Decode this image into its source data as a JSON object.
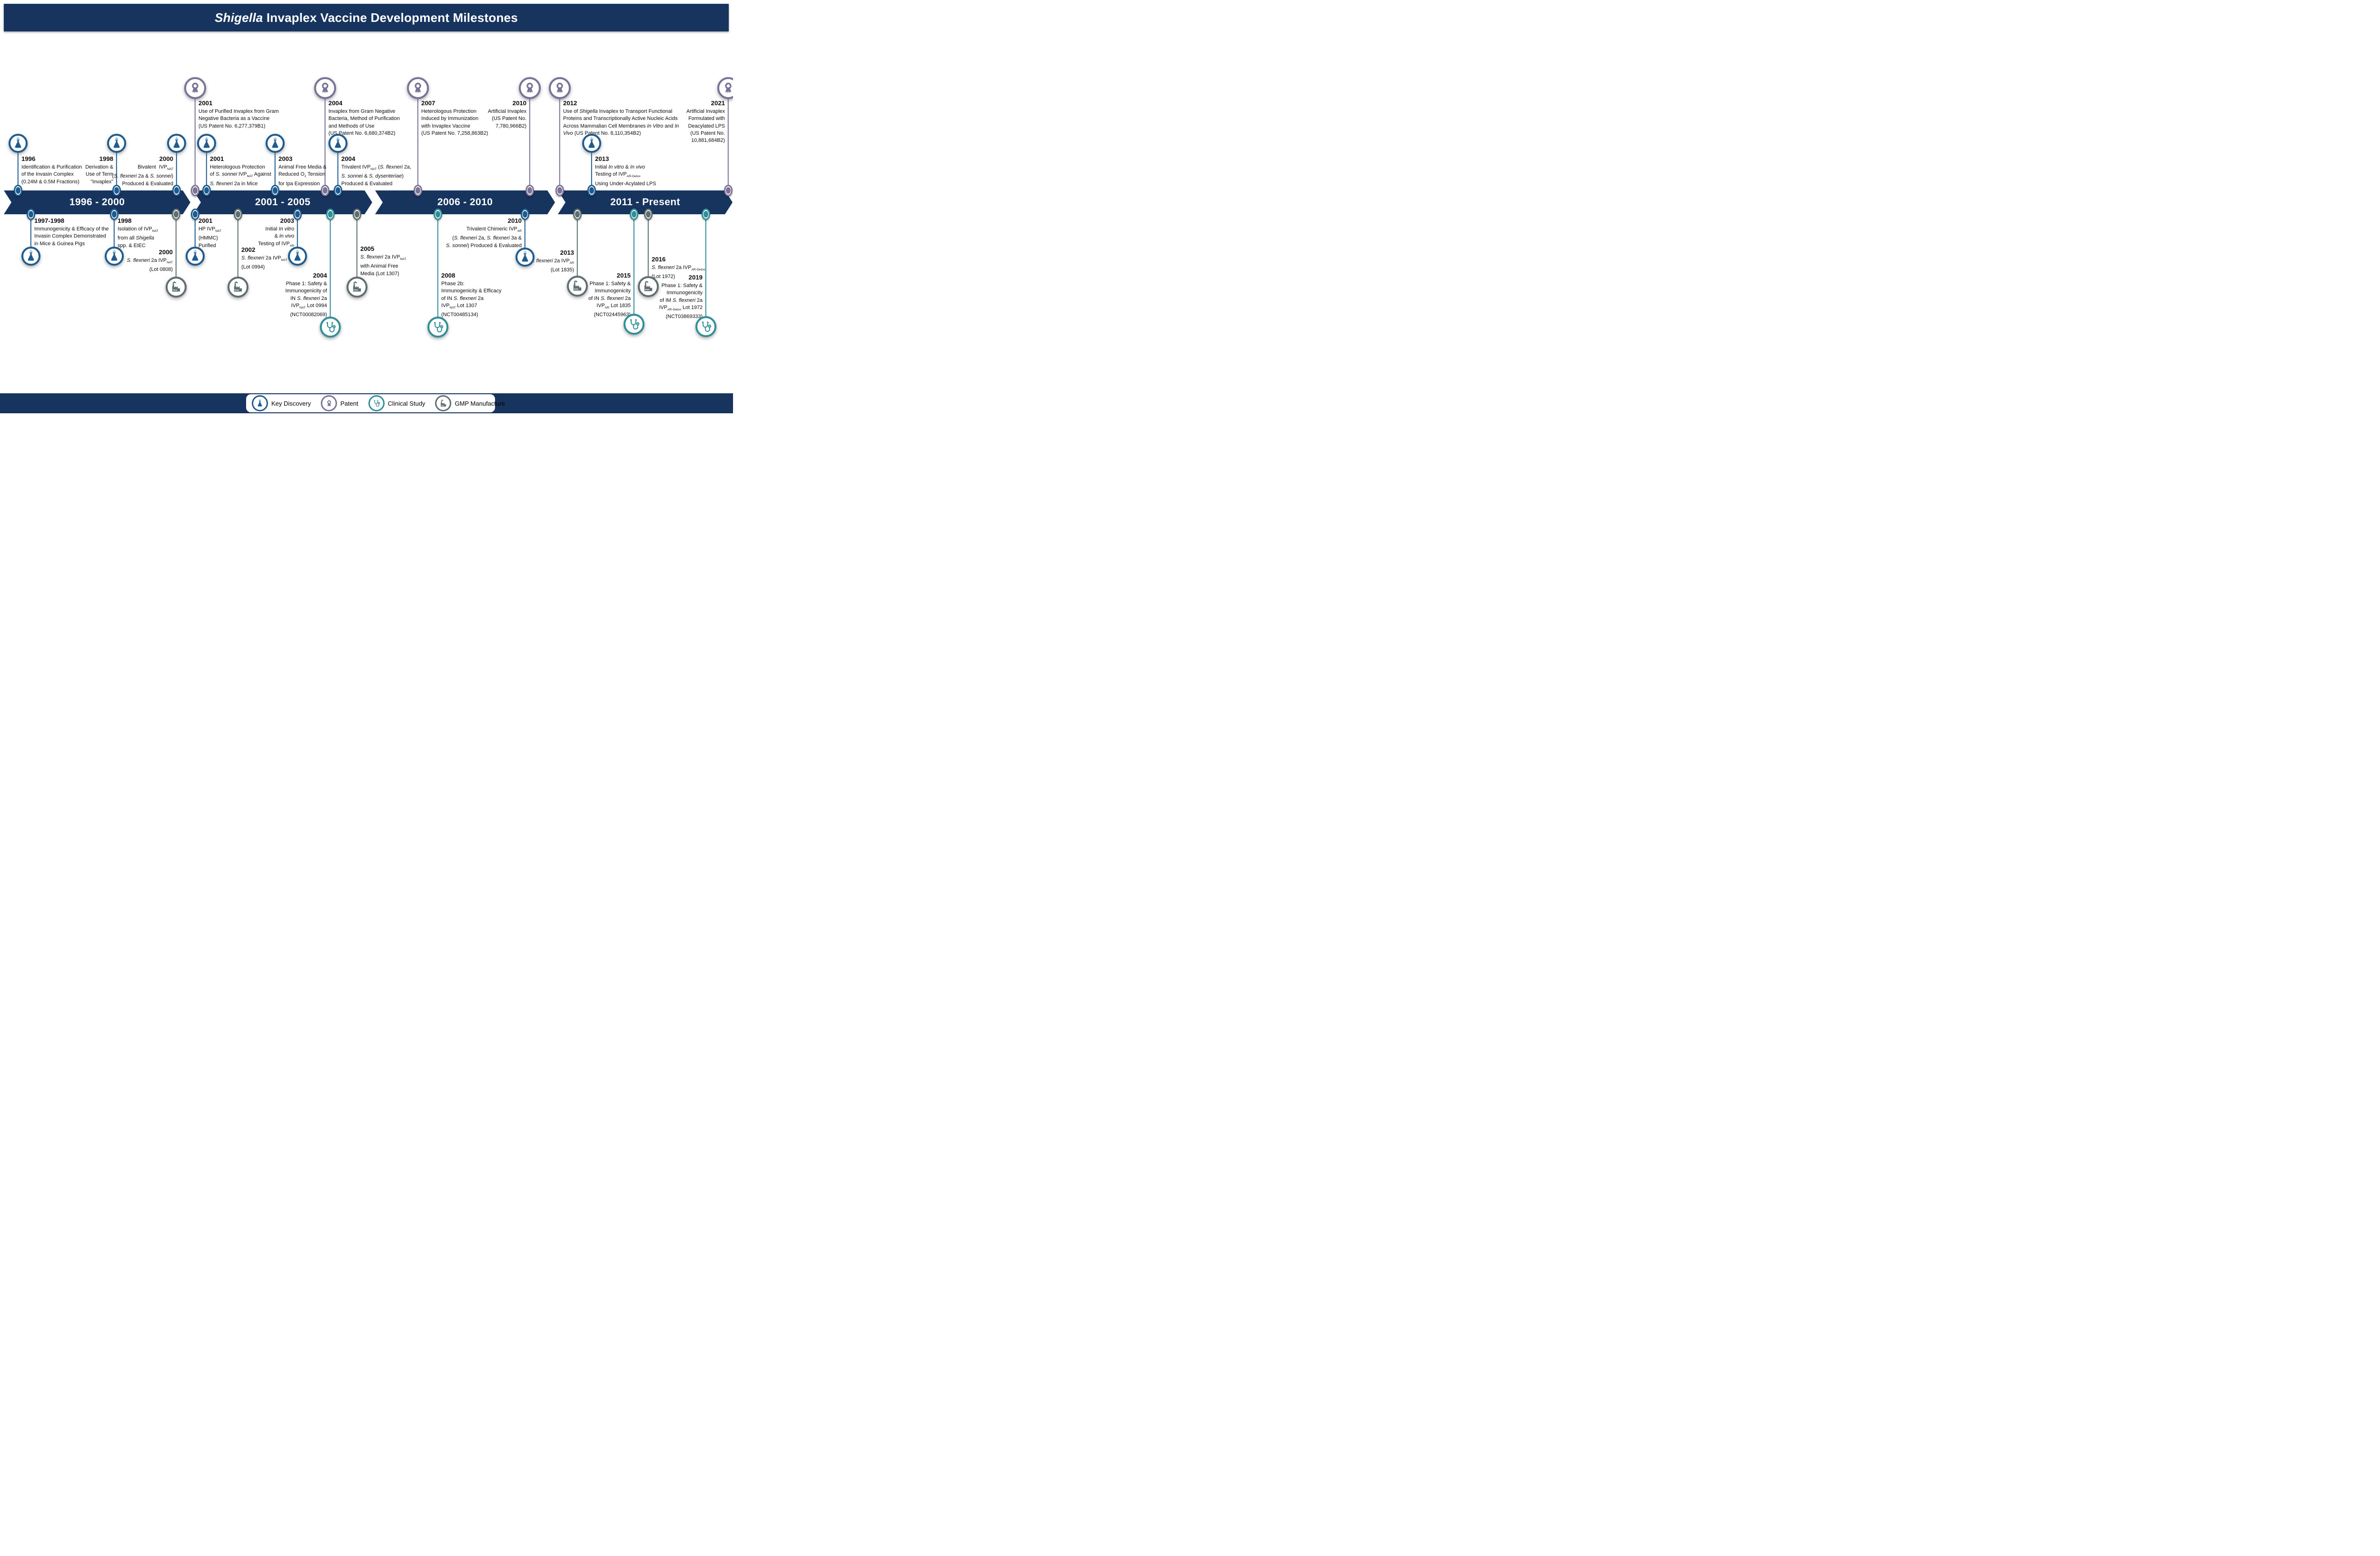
{
  "title_html": "<i>Shigella</i> Invaplex Vaccine Development Milestones",
  "colors": {
    "navy": "#17345F",
    "discovery": "#1E5C8F",
    "patent": "#7B7397",
    "clinical": "#2F8E98",
    "gmp": "#5F6E70"
  },
  "timeline": {
    "segments": [
      "1996 - 2000",
      "2001 - 2005",
      "2006 - 2010",
      "2011 - Present"
    ]
  },
  "legend": [
    {
      "kind": "discovery",
      "label": "Key Discovery"
    },
    {
      "kind": "patent",
      "label": "Patent"
    },
    {
      "kind": "clinical",
      "label": "Clinical Study"
    },
    {
      "kind": "gmp",
      "label": "GMP Manufacture"
    }
  ],
  "events": [
    {
      "id": "1996a",
      "kind": "discovery",
      "year": "1996",
      "html": "Identification &amp; Purification<br>of the Invasin Complex<br>(0.24M &amp; 0.5M Fractions)"
    },
    {
      "id": "1998a",
      "kind": "discovery",
      "year": "1998",
      "html": "Derivation &amp;<br>Use of Term<br>&quot;Invaplex&quot;"
    },
    {
      "id": "2000a",
      "kind": "discovery",
      "year": "2000",
      "html": "Bivalent&nbsp; IVP<sub>NAT</sub><br>(<i>S. flexneri</i> 2a &amp; <i>S. sonnei</i>)<br>Produced &amp; Evaluated"
    },
    {
      "id": "2001a",
      "kind": "discovery",
      "year": "2001",
      "html": "Heterologous Protection<br>of <i>S. sonnei</i> IVP<sub>NAT</sub> Against<br><i>S. flexneri</i> 2a in Mice"
    },
    {
      "id": "2003a",
      "kind": "discovery",
      "year": "2003",
      "html": "Animal Free Media &amp;<br>Reduced O<sub>2</sub> Tension<br>for Ipa Expression"
    },
    {
      "id": "2004a",
      "kind": "discovery",
      "year": "2004",
      "html": "Trivalent IVP<sub>NAT</sub> (<i>S. flexneri</i> 2a,<br><i>S. sonnei</i> &amp; <i>S. dysenteriae</i>)<br>Produced &amp; Evaluated"
    },
    {
      "id": "2013a",
      "kind": "discovery",
      "year": "2013",
      "html": "Initial <i>In vitro</i> &amp; <i>In vivo</i><br>Testing of IVP<sub>AR-Detox</sub><br>Using Under-Acylated LPS"
    },
    {
      "id": "2001p",
      "kind": "patent",
      "year": "2001",
      "html": "Use of Purified Invaplex from Gram<br>Negative Bacteria as a Vaccine<br>(US Patent No. 6,277,379B1)"
    },
    {
      "id": "2004p",
      "kind": "patent",
      "year": "2004",
      "html": "Invaplex from Gram Negative<br>Bacteria, Method of Purification<br>and Methods of Use<br>(US Patent No. 6,680,374B2)"
    },
    {
      "id": "2007p",
      "kind": "patent",
      "year": "2007",
      "html": "Heterologous Protection<br>Induced by Immunization<br>with Invaplex Vaccine<br>(US Patent No. 7,258,863B2)"
    },
    {
      "id": "2010p",
      "kind": "patent",
      "year": "2010",
      "html": "Artificial Invaplex<br>(US Patent No.<br>7,780,966B2)"
    },
    {
      "id": "2012p",
      "kind": "patent",
      "year": "2012",
      "html": "Use of <i>Shigella</i> Invaplex to Transport Functional<br>Proteins and Transcriptionally Active Nucleic Acids<br>Across Mammalian Cell Membranes <i>In Vitro</i> and <i>In<br>Vivo</i> (US Patent No. 8,110,354B2)"
    },
    {
      "id": "2021p",
      "kind": "patent",
      "year": "2021",
      "html": "Artificial Invaplex<br>Formulated with<br>Deacylated LPS<br>(US Patent No.<br>10,881,684B2)"
    },
    {
      "id": "1997b",
      "kind": "discovery",
      "year": "1997-1998",
      "html": "Immunogenicity &amp; Efficacy of the<br>Invasin Complex Demonstrated<br>in Mice &amp; Guinea Pigs"
    },
    {
      "id": "1998b",
      "kind": "discovery",
      "year": "1998",
      "html": "Isolation of IVP<sub>NAT</sub><br>from all <i>Shigella</i><br>spp. &amp; EIEC"
    },
    {
      "id": "2000b",
      "kind": "gmp",
      "year": "2000",
      "html": "<i>S. flexneri</i> 2a IVP<sub>NAT</sub><br>(Lot 0808)"
    },
    {
      "id": "2001b",
      "kind": "discovery",
      "year": "2001",
      "html": "HP IVP<sub>NAT</sub><br>(HMMC)<br>Purified"
    },
    {
      "id": "2002b",
      "kind": "gmp",
      "year": "2002",
      "html": "<i>S. flexneri</i> 2a IVP<sub>NAT</sub><br>(Lot 0994)"
    },
    {
      "id": "2003b",
      "kind": "discovery",
      "year": "2003",
      "html": "Initial <i>In vitro</i><br>&amp; <i>In vivo</i><br>Testing of IVP<sub>AR</sub>"
    },
    {
      "id": "2004b",
      "kind": "clinical",
      "year": "2004",
      "html": "Phase 1: Safety &amp;<br>Immunogenicity of<br>IN <i>S. flexneri</i> 2a<br>IVP<sub>NAT</sub> Lot 0994<br>(NCT00082069)"
    },
    {
      "id": "2005b",
      "kind": "gmp",
      "year": "2005",
      "html": "<i>S. flexneri</i> 2a IVP<sub>NAT</sub><br>with Animal Free<br>Media (Lot 1307)"
    },
    {
      "id": "2008b",
      "kind": "clinical",
      "year": "2008",
      "html": "Phase 2b:<br>Immunogenicity &amp; Efficacy<br>of IN <i>S. flexneri</i> 2a<br>IVP<sub>NAT</sub> Lot 1307<br>(NCT00485134)"
    },
    {
      "id": "2010b",
      "kind": "discovery",
      "year": "2010",
      "html": "Trivalent Chimeric IVP<sub>AR</sub><br>(<i>S. flexneri</i> 2a, <i>S. flexneri</i> 3a &amp;<br><i>S. sonnei</i>) Produced &amp; Evaluated"
    },
    {
      "id": "2013b",
      "kind": "gmp",
      "year": "2013",
      "html": "<i>S. flexneri</i> 2a IVP<sub>AR</sub><br>(Lot 1835)"
    },
    {
      "id": "2015b",
      "kind": "clinical",
      "year": "2015",
      "html": "Phase 1: Safety &amp;<br>Immunogenicity<br>of IN <i>S. flexneri</i> 2a<br>IVP<sub>AR</sub> Lot 1835<br>(NCT02445963)"
    },
    {
      "id": "2016b",
      "kind": "gmp",
      "year": "2016",
      "html": "<i>S. flexneri</i> 2a IVP<sub>AR-Detox</sub><br>(Lot 1972)"
    },
    {
      "id": "2019b",
      "kind": "clinical",
      "year": "2019",
      "html": "Phase 1: Safety &amp;<br>Immunogenicity<br>of IM <i>S. flexneri</i> 2a<br>IVP<sub>AR-Detox</sub> Lot 1972<br>(NCT03869333)"
    }
  ]
}
